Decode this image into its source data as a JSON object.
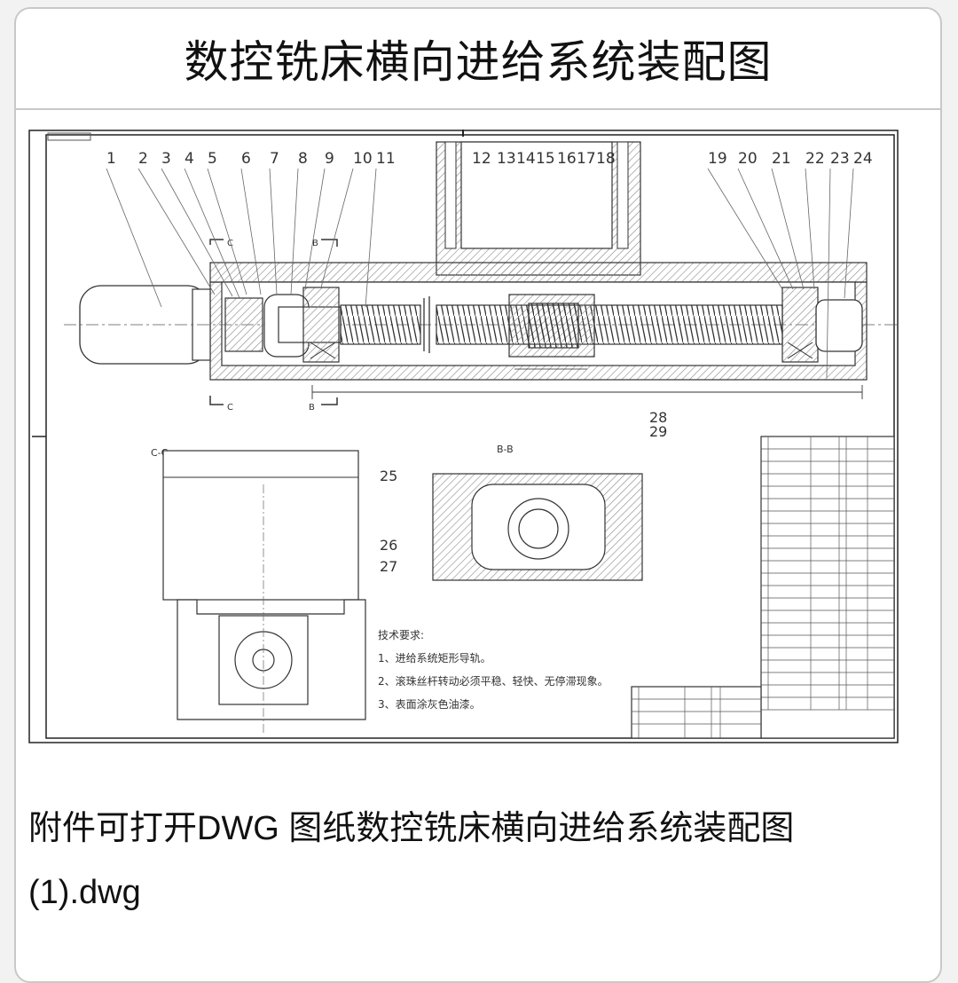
{
  "card": {
    "title": "数控铣床横向进给系统装配图"
  },
  "drawing": {
    "part_numbers_left": [
      "1",
      "2",
      "3",
      "4",
      "5",
      "6",
      "7",
      "8",
      "9",
      "10",
      "11"
    ],
    "part_numbers_mid": [
      "12",
      "13",
      "14",
      "15",
      "16",
      "17",
      "18"
    ],
    "part_numbers_right": [
      "19",
      "20",
      "21",
      "22",
      "23",
      "24"
    ],
    "part_numbers_lower": [
      "25",
      "26",
      "27",
      "28",
      "29"
    ],
    "section_cc": "C-C",
    "section_bb": "B-B",
    "marker_c": "C",
    "marker_b": "B",
    "tech_title": "技术要求:",
    "tech_items": [
      "1、进给系统矩形导轨。",
      "2、滚珠丝杆转动必须平稳、轻快、无停滞现象。",
      "3、表面涂灰色油漆。"
    ]
  },
  "attachment": {
    "line1": "附件可打开DWG 图纸数控铣床横向进给系统装配图",
    "line2": "(1).dwg"
  }
}
